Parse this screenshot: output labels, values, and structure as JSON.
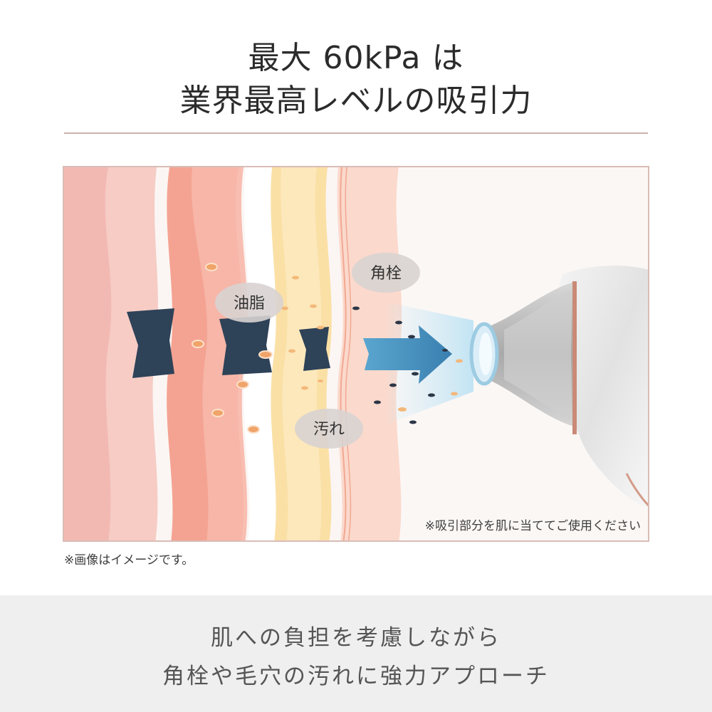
{
  "headline": {
    "line1": "最大 60kPa は",
    "line2": "業界最高レベルの吸引力"
  },
  "illustration": {
    "labels": {
      "oil": "油脂",
      "plug": "角栓",
      "dirt": "汚れ"
    },
    "usage_note": "※吸引部分を肌に当ててご使用ください",
    "icons": [
      "skin-layers",
      "suction-arrow",
      "pore-device"
    ]
  },
  "caption": "※画像はイメージです。",
  "bottom": {
    "line1": "肌への負担を考慮しながら",
    "line2": "角栓や毛穴の汚れに強力アプローチ"
  },
  "colors": {
    "accent_line": "#cdb1ac",
    "arrow_dark": "#2e4258",
    "arrow_blue": "#3d87b8",
    "band_bg": "#efefef"
  }
}
